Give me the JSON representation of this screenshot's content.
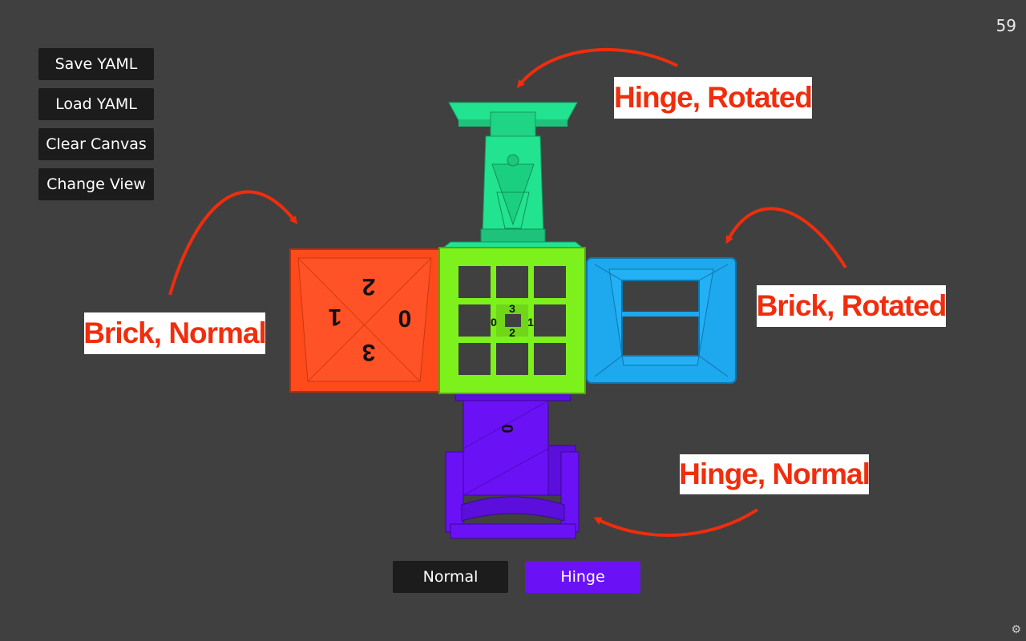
{
  "toolbar": {
    "save_label": "Save YAML",
    "load_label": "Load YAML",
    "clear_label": "Clear Canvas",
    "view_label": "Change View"
  },
  "fps": "59",
  "mode_buttons": {
    "normal_label": "Normal",
    "hinge_label": "Hinge"
  },
  "callouts": {
    "hinge_rotated": "Hinge, Rotated",
    "brick_normal": "Brick, Normal",
    "brick_rotated": "Brick, Rotated",
    "hinge_normal": "Hinge, Normal"
  },
  "module_labels": {
    "core_faces": [
      "3",
      "0",
      "1",
      "2"
    ],
    "brick_faces": [
      "2",
      "1",
      "0",
      "3"
    ],
    "hinge_face": "0"
  },
  "colors": {
    "background": "#404040",
    "core": "#7cf11c",
    "brick_normal": "#ff4a1c",
    "brick_rotated": "#1ea8ee",
    "hinge_rotated": "#22e38f",
    "hinge_normal": "#6a12f5",
    "annotation": "#f02d0c"
  },
  "icons": {
    "settings": "gear-icon"
  }
}
